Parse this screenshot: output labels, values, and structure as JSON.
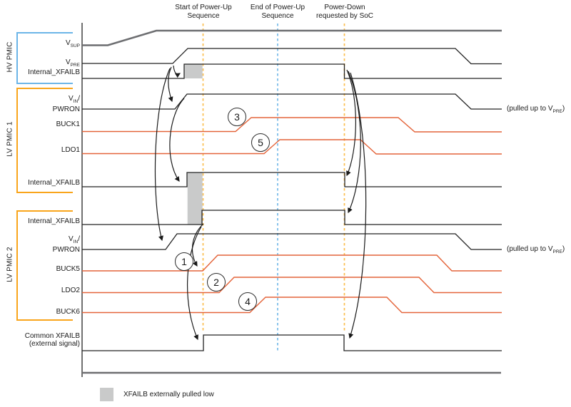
{
  "annotations": {
    "start_line1": "Start of Power-Up",
    "start_line2": "Sequence",
    "end_line1": "End of Power-Up",
    "end_line2": "Sequence",
    "pd_line1": "Power-Down",
    "pd_line2": "requested by SoC"
  },
  "groups": {
    "hv": "HV PMIC",
    "lv1": "LV PMIC 1",
    "lv2": "LV PMIC 2"
  },
  "signals": {
    "vsup_main": "V",
    "vsup_sub": "SUP",
    "vpre_main": "V",
    "vpre_sub": "PRE",
    "hv_xfailb": "Internal_XFAILB",
    "vin_main": "V",
    "vin_sub": "IN",
    "vin_suffix": "/",
    "pwron": "PWRON",
    "buck1": "BUCK1",
    "ldo1": "LDO1",
    "lv1_xfailb": "Internal_XFAILB",
    "lv2_xfailb": "Internal_XFAILB",
    "buck5": "BUCK5",
    "ldo2": "LDO2",
    "buck6": "BUCK6",
    "common_line1": "Common XFAILB",
    "common_line2": "(external signal)"
  },
  "callouts": [
    "1",
    "2",
    "3",
    "4",
    "5"
  ],
  "side_note": {
    "prefix": "(pulled up to V",
    "sub": "PRE",
    "suffix": ")"
  },
  "legend": {
    "label": "XFAILB externally pulled low"
  },
  "colors": {
    "signal_black": "#232323",
    "signal_gray": "#6d6e71",
    "signal_orange": "#e4643a",
    "dashed_orange": "#fbbd4e",
    "dashed_blue": "#74b9e8",
    "bracket_blue": "#6cb5e8",
    "bracket_orange": "#f9a51b",
    "pulled_low_gray": "#c9caca"
  }
}
